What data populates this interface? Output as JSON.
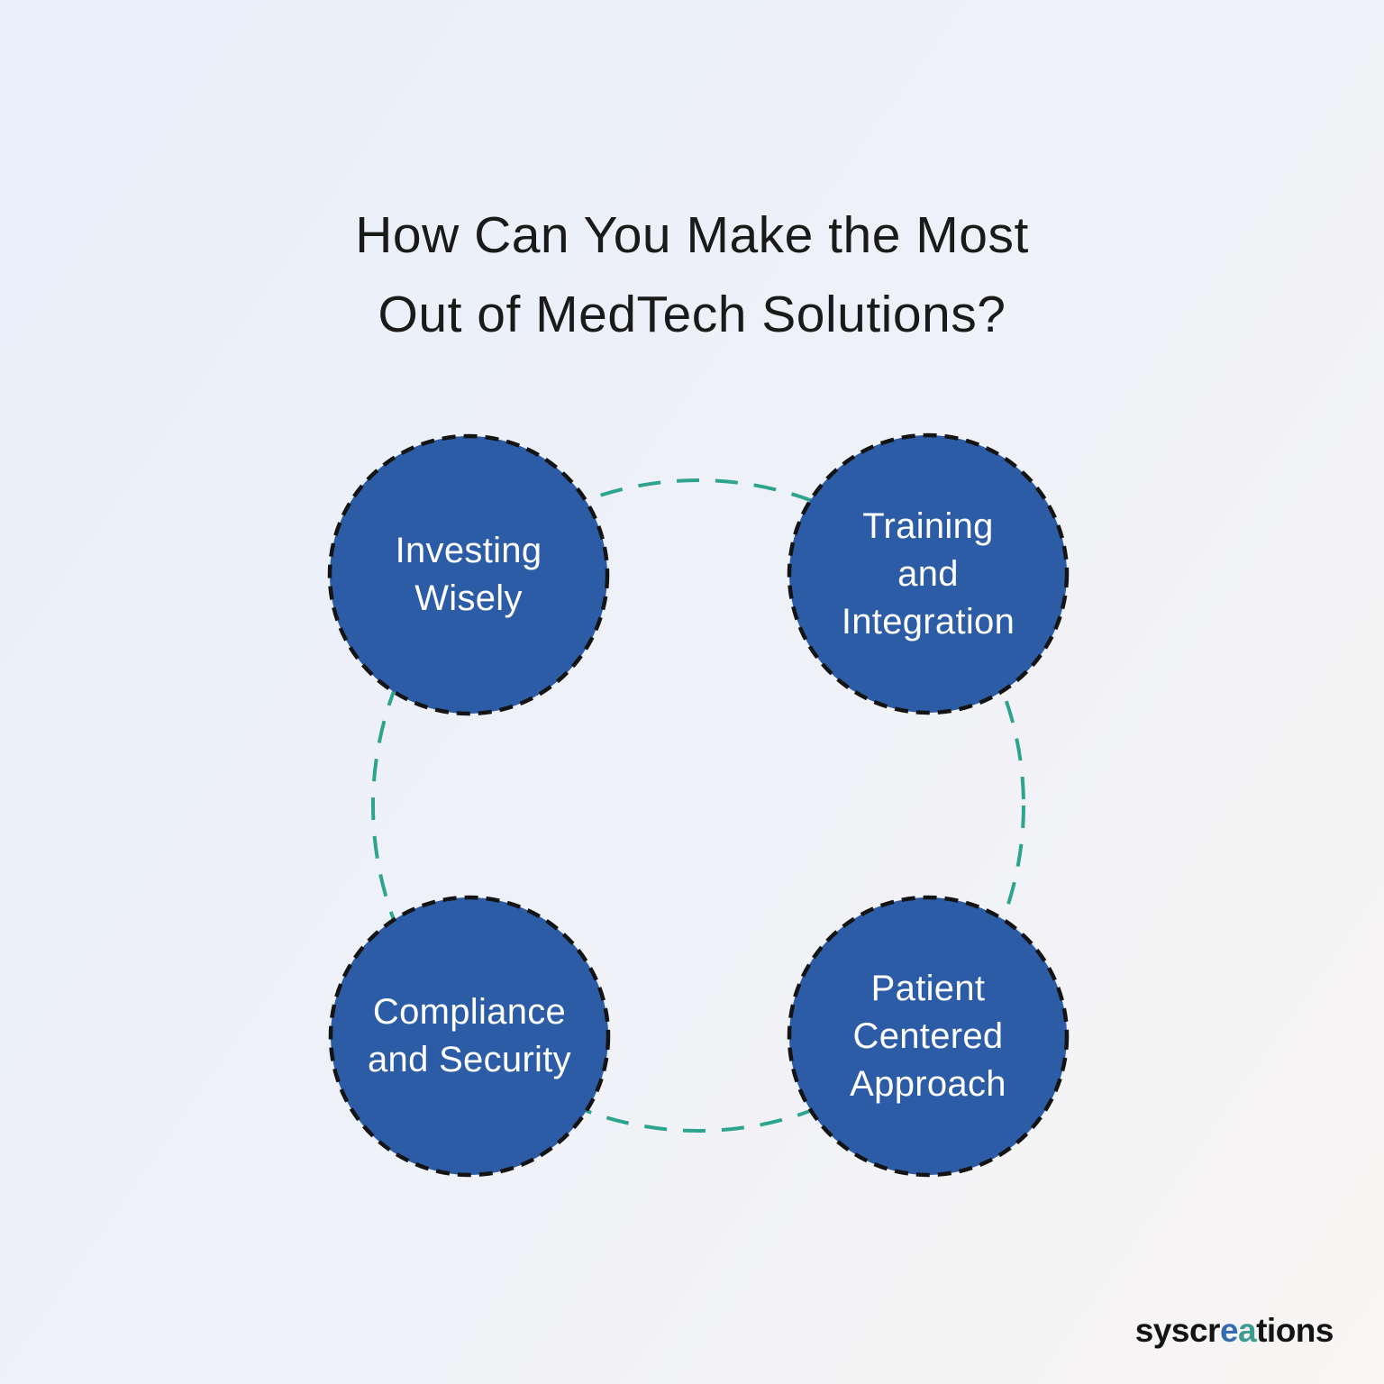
{
  "title": {
    "line1": "How Can You Make the Most",
    "line2": "Out of MedTech Solutions?"
  },
  "diagram": {
    "nodes": [
      {
        "id": "investing-wisely",
        "label": "Investing\nWisely"
      },
      {
        "id": "training-integration",
        "label": "Training\nand\nIntegration"
      },
      {
        "id": "compliance-security",
        "label": "Compliance\nand Security"
      },
      {
        "id": "patient-centered",
        "label": "Patient\nCentered\nApproach"
      }
    ]
  },
  "logo": {
    "part1": "syscr",
    "part2": "e",
    "part3": "a",
    "part4": "tions"
  },
  "colors": {
    "bg-start": "#e9eefa",
    "bg-end": "#f8f5f3",
    "circle-fill": "#2d5ca7",
    "dash-ink": "#141414",
    "ring-teal": "#2da58e",
    "title-ink": "#1a1a1a",
    "label-ink": "#ffffff",
    "logo-ink": "#141414",
    "logo-blue": "#366bb3",
    "logo-teal": "#3b9c8f"
  }
}
